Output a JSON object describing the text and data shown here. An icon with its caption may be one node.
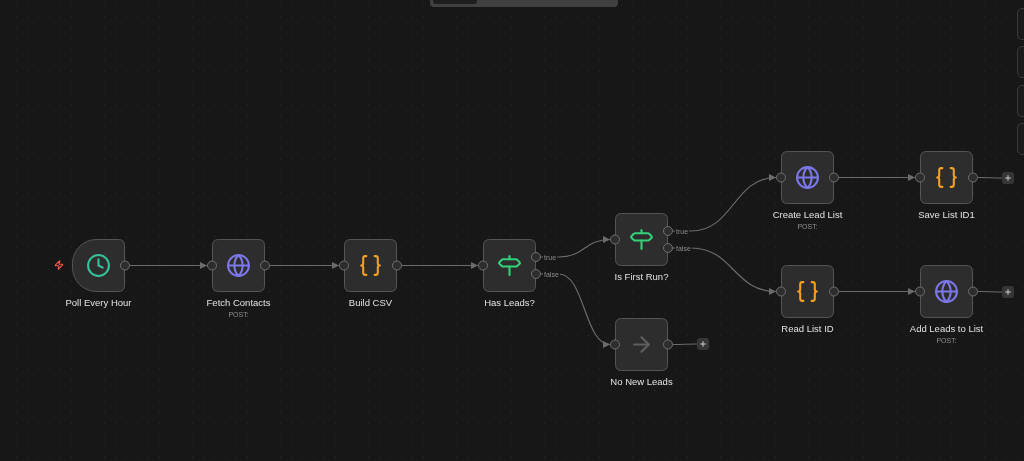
{
  "diagram": {
    "nodes": [
      {
        "text": [
          "Poll Every Hour"
        ]
      },
      {
        "text": [
          "Fetch Contacts"
        ],
        "beside": [
          "POST:"
        ]
      },
      {
        "text": [
          "Build CSV"
        ]
      },
      {
        "text": [
          "Has Leads?"
        ]
      },
      {
        "text": [
          "Is First Run?"
        ]
      },
      {
        "text": [
          "No New Leads"
        ]
      },
      {
        "text": [],
        "shape": "box"
      },
      {
        "text": [
          "Create Lead List"
        ],
        "beside": [
          "POST:"
        ]
      },
      {
        "text": [
          "Read List ID"
        ]
      },
      {
        "text": [
          "Save List ID1"
        ]
      },
      {
        "text": [],
        "shape": "box"
      },
      {
        "text": [
          "Add Leads to List"
        ],
        "beside": [
          "POST:"
        ]
      },
      {
        "text": [],
        "shape": "box"
      }
    ],
    "edges": [
      {
        "from": 0,
        "to": 1,
        "arrow": "to"
      },
      {
        "from": 1,
        "to": 2,
        "arrow": "to"
      },
      {
        "from": 2,
        "to": 3,
        "arrow": "to"
      },
      {
        "from": 3,
        "to": 4,
        "arrow": "to",
        "label": "true"
      },
      {
        "from": 3,
        "to": 5,
        "arrow": "to",
        "label": "false"
      },
      {
        "from": 4,
        "to": 7,
        "arrow": "to",
        "label": "true"
      },
      {
        "from": 4,
        "to": 8,
        "arrow": "to",
        "label": "false"
      },
      {
        "from": 5,
        "to": 6,
        "arrow": "none"
      },
      {
        "from": 7,
        "to": 9,
        "arrow": "to"
      },
      {
        "from": 8,
        "to": 11,
        "arrow": "to"
      },
      {
        "from": 9,
        "to": 10,
        "arrow": "none"
      },
      {
        "from": 11,
        "to": 12,
        "arrow": "none"
      }
    ]
  }
}
